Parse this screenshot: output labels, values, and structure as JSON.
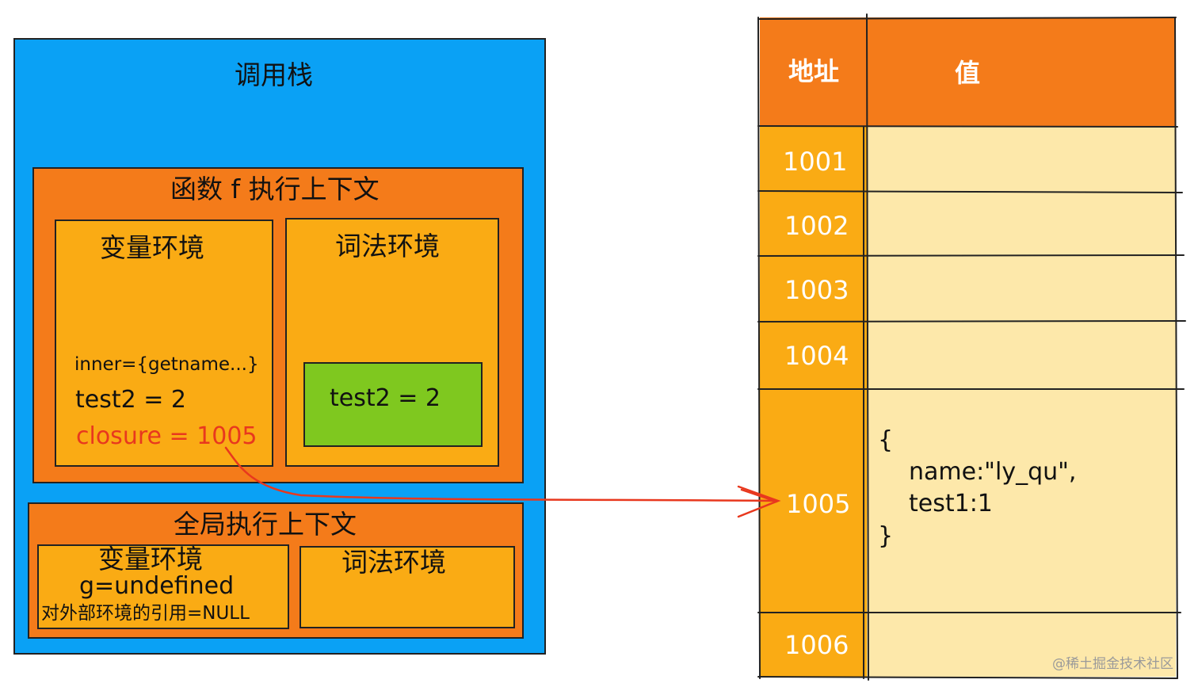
{
  "call_stack": {
    "title": "调用栈",
    "function_context": {
      "title": "函数 f 执行上下文",
      "variable_env": {
        "title": "变量环境",
        "inner": "inner={getname...}",
        "test2": "test2 = 2",
        "closure": "closure = 1005"
      },
      "lexical_env": {
        "title": "词法环境",
        "test2": "test2 = 2"
      }
    },
    "global_context": {
      "title": "全局执行上下文",
      "variable_env": {
        "title": "变量环境",
        "g": "g=undefined",
        "outer_ref": "对外部环境的引用=NULL"
      },
      "lexical_env": {
        "title": "词法环境"
      }
    }
  },
  "memory": {
    "header": {
      "address": "地址",
      "value": "值"
    },
    "rows": [
      {
        "address": "1001"
      },
      {
        "address": "1002"
      },
      {
        "address": "1003"
      },
      {
        "address": "1004"
      },
      {
        "address": "1005",
        "value_lines": [
          "{",
          "name:\"ly_qu\",",
          "test1:1",
          "}"
        ]
      },
      {
        "address": "1006"
      }
    ]
  },
  "watermark": "@稀土掘金技术社区",
  "colors": {
    "stack_blue": "#0aa1f5",
    "context_orange": "#f47b1a",
    "env_amber": "#faab14",
    "highlight_green": "#7fc81f",
    "memory_value_bg": "#fde8aa",
    "pointer_red": "#e8381e"
  }
}
